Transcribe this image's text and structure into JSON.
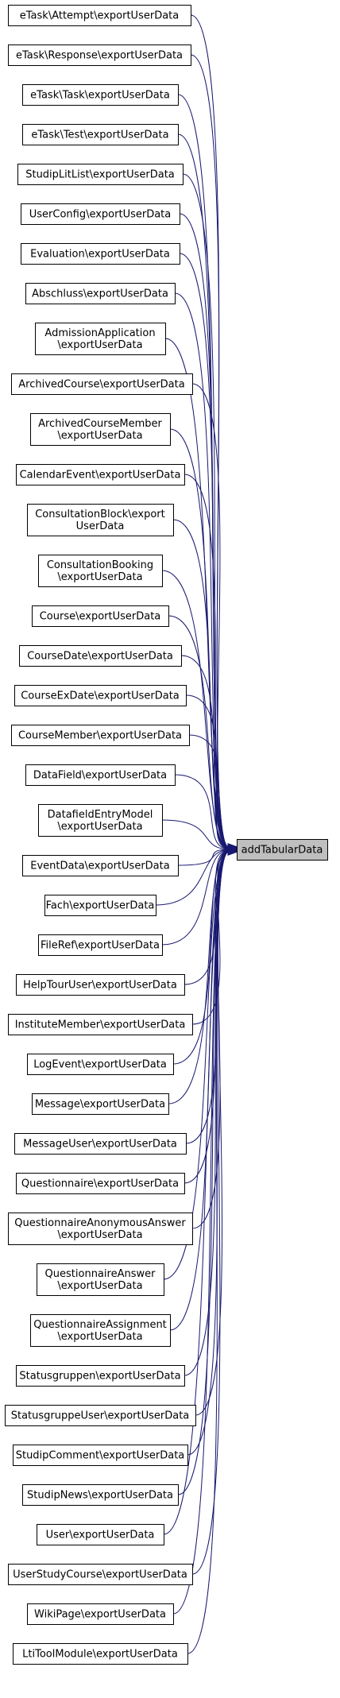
{
  "graph": {
    "target": {
      "label": "addTabularData"
    },
    "sources": [
      {
        "lines": [
          "eTask\\Attempt\\exportUserData"
        ]
      },
      {
        "lines": [
          "eTask\\Response\\exportUserData"
        ]
      },
      {
        "lines": [
          "eTask\\Task\\exportUserData"
        ]
      },
      {
        "lines": [
          "eTask\\Test\\exportUserData"
        ]
      },
      {
        "lines": [
          "StudipLitList\\exportUserData"
        ]
      },
      {
        "lines": [
          "UserConfig\\exportUserData"
        ]
      },
      {
        "lines": [
          "Evaluation\\exportUserData"
        ]
      },
      {
        "lines": [
          "Abschluss\\exportUserData"
        ]
      },
      {
        "lines": [
          "AdmissionApplication",
          "\\exportUserData"
        ]
      },
      {
        "lines": [
          "ArchivedCourse\\exportUserData"
        ]
      },
      {
        "lines": [
          "ArchivedCourseMember",
          "\\exportUserData"
        ]
      },
      {
        "lines": [
          "CalendarEvent\\exportUserData"
        ]
      },
      {
        "lines": [
          "ConsultationBlock\\export",
          "UserData"
        ]
      },
      {
        "lines": [
          "ConsultationBooking",
          "\\exportUserData"
        ]
      },
      {
        "lines": [
          "Course\\exportUserData"
        ]
      },
      {
        "lines": [
          "CourseDate\\exportUserData"
        ]
      },
      {
        "lines": [
          "CourseExDate\\exportUserData"
        ]
      },
      {
        "lines": [
          "CourseMember\\exportUserData"
        ]
      },
      {
        "lines": [
          "DataField\\exportUserData"
        ]
      },
      {
        "lines": [
          "DatafieldEntryModel",
          "\\exportUserData"
        ]
      },
      {
        "lines": [
          "EventData\\exportUserData"
        ]
      },
      {
        "lines": [
          "Fach\\exportUserData"
        ]
      },
      {
        "lines": [
          "FileRef\\exportUserData"
        ]
      },
      {
        "lines": [
          "HelpTourUser\\exportUserData"
        ]
      },
      {
        "lines": [
          "InstituteMember\\exportUserData"
        ]
      },
      {
        "lines": [
          "LogEvent\\exportUserData"
        ]
      },
      {
        "lines": [
          "Message\\exportUserData"
        ]
      },
      {
        "lines": [
          "MessageUser\\exportUserData"
        ]
      },
      {
        "lines": [
          "Questionnaire\\exportUserData"
        ]
      },
      {
        "lines": [
          "QuestionnaireAnonymousAnswer",
          "\\exportUserData"
        ]
      },
      {
        "lines": [
          "QuestionnaireAnswer",
          "\\exportUserData"
        ]
      },
      {
        "lines": [
          "QuestionnaireAssignment",
          "\\exportUserData"
        ]
      },
      {
        "lines": [
          "Statusgruppen\\exportUserData"
        ]
      },
      {
        "lines": [
          "StatusgruppeUser\\exportUserData"
        ]
      },
      {
        "lines": [
          "StudipComment\\exportUserData"
        ]
      },
      {
        "lines": [
          "StudipNews\\exportUserData"
        ]
      },
      {
        "lines": [
          "User\\exportUserData"
        ]
      },
      {
        "lines": [
          "UserStudyCourse\\exportUserData"
        ]
      },
      {
        "lines": [
          "WikiPage\\exportUserData"
        ]
      },
      {
        "lines": [
          "LtiToolModule\\exportUserData"
        ]
      }
    ],
    "colors": {
      "edge": "#191970",
      "target_fill": "#bfbfbf",
      "node_fill": "#ffffff",
      "border": "#000000"
    }
  }
}
